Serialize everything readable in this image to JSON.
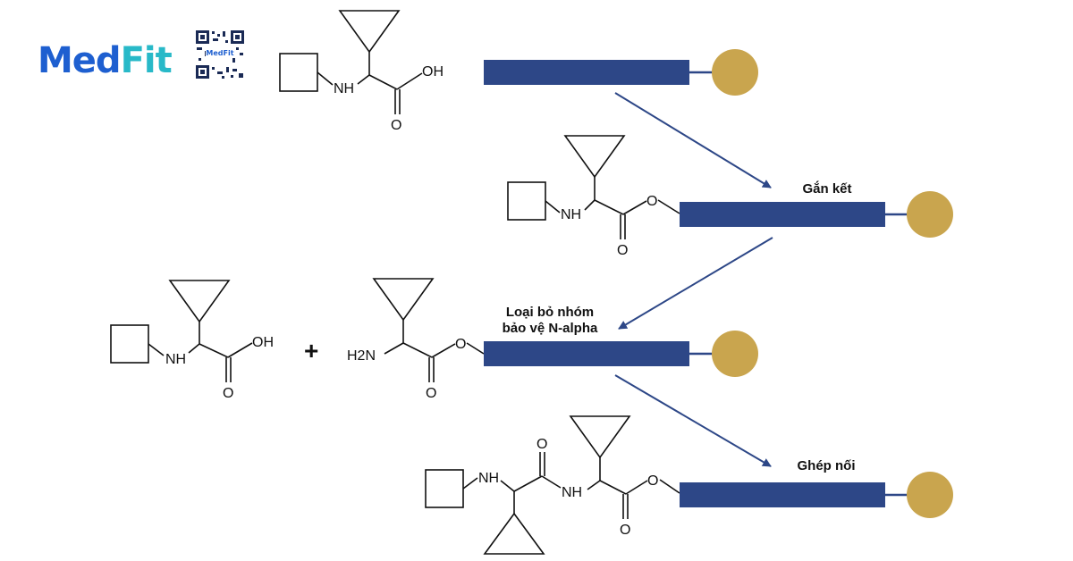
{
  "brand": {
    "part1": "Med",
    "part2": "Fit",
    "qr_label": "MedFit"
  },
  "steps": {
    "attach": "Gắn kết",
    "deprotect_line1": "Loại bỏ nhóm",
    "deprotect_line2": "bảo vệ N-alpha",
    "couple": "Ghép nối"
  },
  "chem": {
    "oh": "OH",
    "nh": "NH",
    "o": "O",
    "h2n": "H2N",
    "plus": "+"
  },
  "colors": {
    "resin_bar": "#2d4787",
    "bead": "#c9a54e",
    "arrow": "#2d4787"
  }
}
